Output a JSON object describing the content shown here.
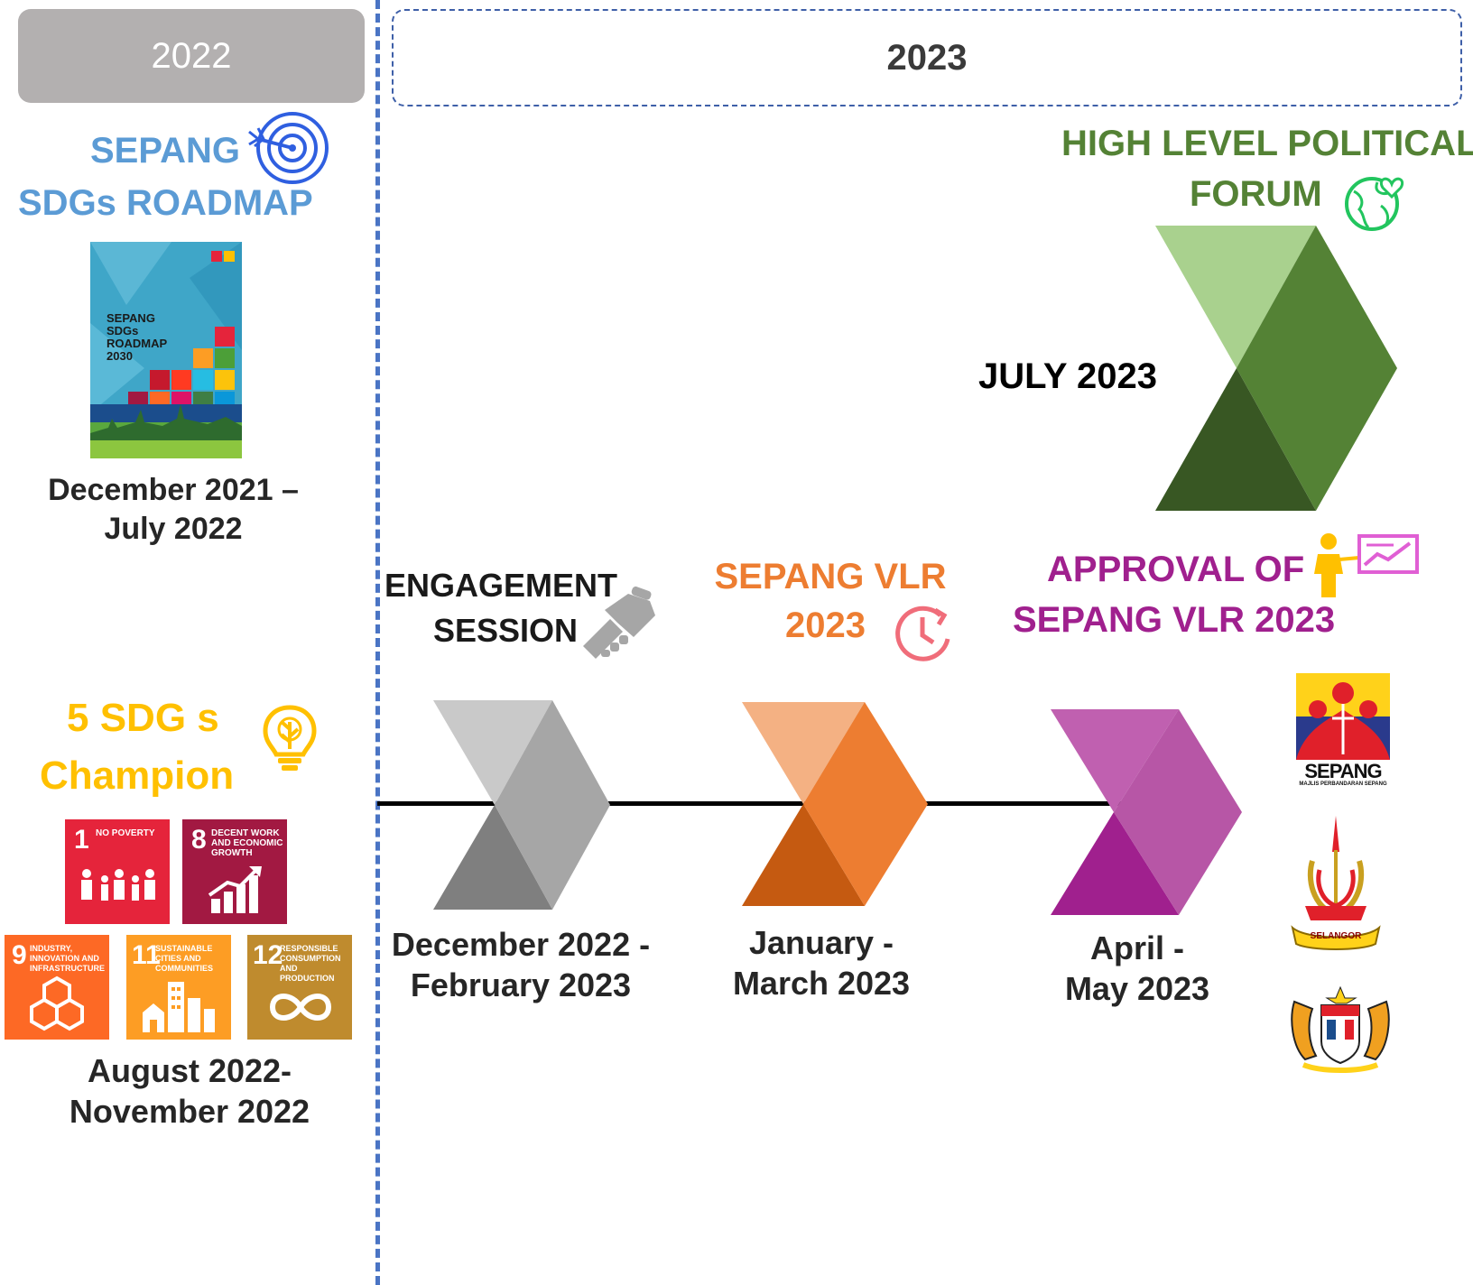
{
  "header": {
    "year_2022": "2022",
    "year_2023": "2023"
  },
  "roadmap": {
    "title_line1": "SEPANG",
    "title_line2": "SDGs ROADMAP",
    "cover": {
      "line1": "SEPANG",
      "line2": "SDGs",
      "line3": "ROADMAP",
      "line4": "2030"
    },
    "date_line1": "December 2021 –",
    "date_line2": "July 2022"
  },
  "champion": {
    "title_line1": "5 SDG s",
    "title_line2": "Champion",
    "tiles": [
      {
        "num": "1",
        "label": "NO POVERTY",
        "color": "#e5243b"
      },
      {
        "num": "8",
        "label": "DECENT WORK AND ECONOMIC GROWTH",
        "color": "#a21942"
      },
      {
        "num": "9",
        "label": "INDUSTRY, INNOVATION AND INFRASTRUCTURE",
        "color": "#fd6925"
      },
      {
        "num": "11",
        "label": "SUSTAINABLE CITIES AND COMMUNITIES",
        "color": "#fd9d24"
      },
      {
        "num": "12",
        "label": "RESPONSIBLE CONSUMPTION AND PRODUCTION",
        "color": "#bf8b2e"
      }
    ],
    "date_line1": "August 2022-",
    "date_line2": "November 2022"
  },
  "engagement": {
    "title_line1": "ENGAGEMENT",
    "title_line2": "SESSION",
    "date_line1": "December 2022 -",
    "date_line2": "February 2023"
  },
  "vlr": {
    "title_line1": "SEPANG VLR",
    "title_line2": "2023",
    "date_line1": "January -",
    "date_line2": "March 2023"
  },
  "approval": {
    "title_line1": "APPROVAL OF",
    "title_line2": "SEPANG VLR 2023",
    "date_line1": "April -",
    "date_line2": "May 2023"
  },
  "hlpf": {
    "title_line1": "HIGH LEVEL POLITICAL",
    "title_line2": "FORUM",
    "date": "JULY 2023"
  },
  "logos": {
    "sepang_name": "SEPANG",
    "sepang_sub": "MAJLIS PERBANDARAN SEPANG",
    "selangor": "SELANGOR"
  },
  "colors": {
    "roadmap_blue": "#5b9bd5",
    "champion_yellow": "#ffc000",
    "vlr_orange": "#ed7d31",
    "approval_purple": "#a0208e",
    "hlpf_green": "#548235"
  }
}
